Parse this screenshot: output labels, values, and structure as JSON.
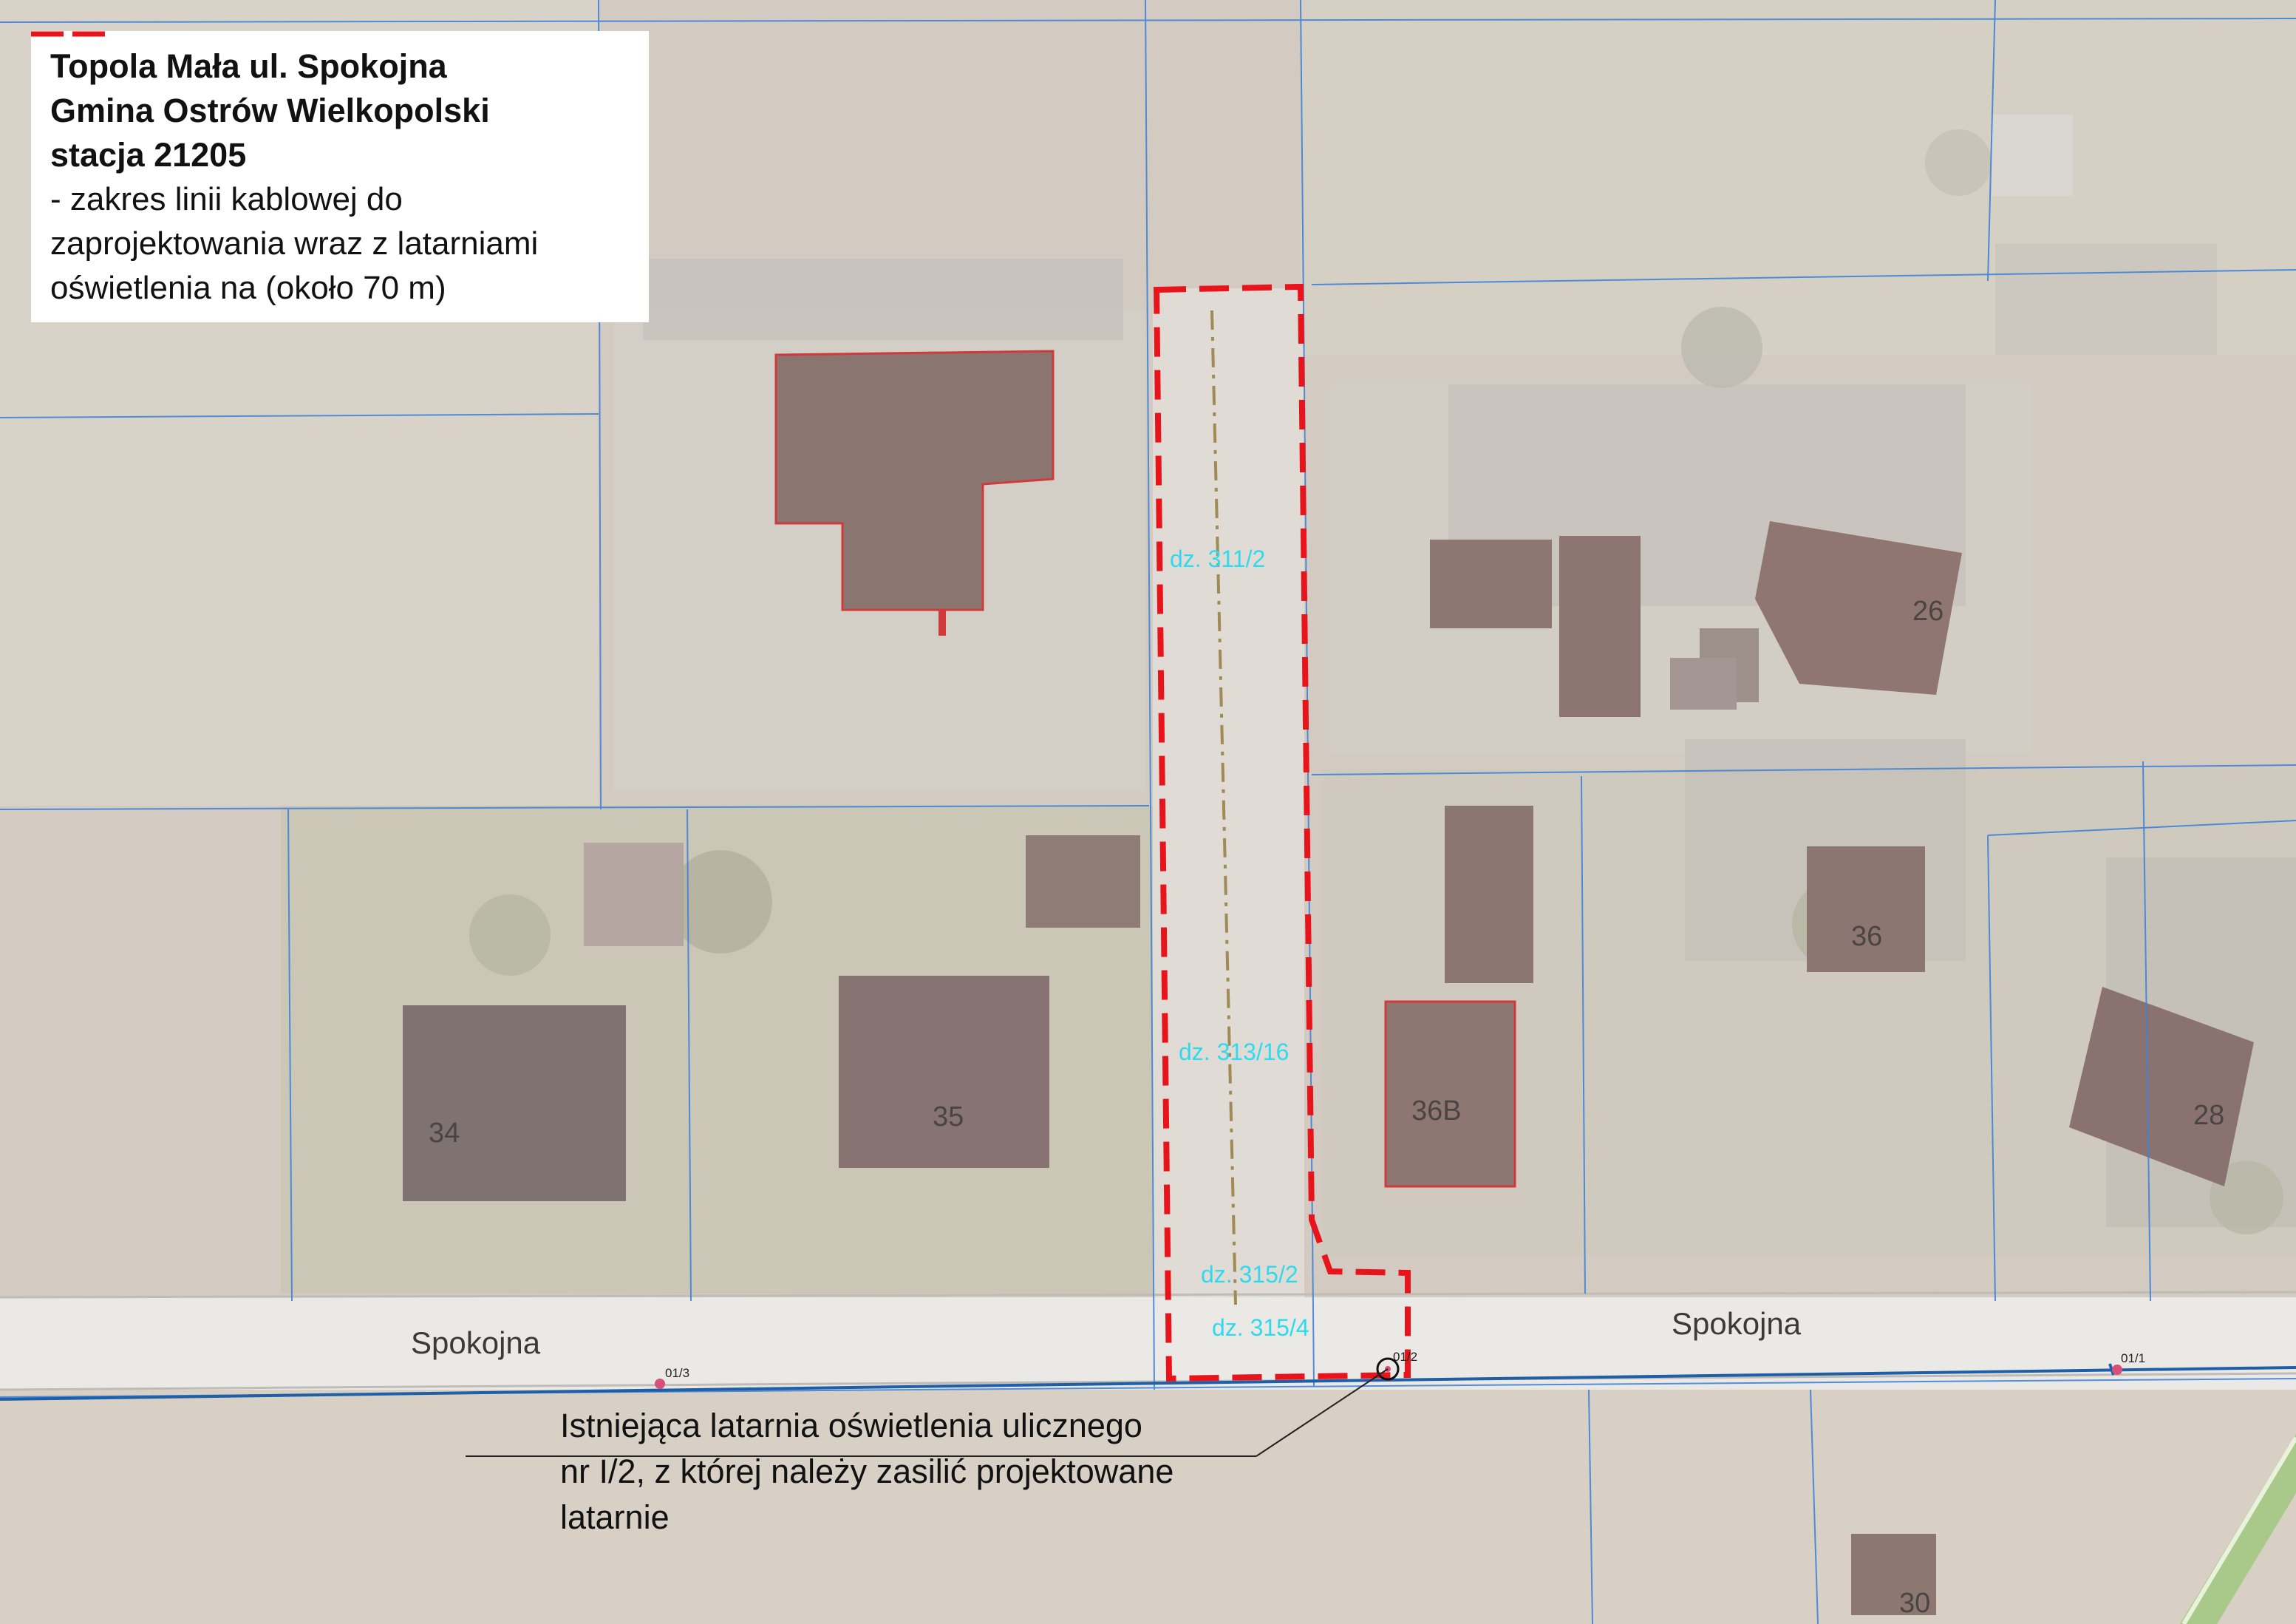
{
  "legend": {
    "title_lines": [
      "Topola Mała ul. Spokojna",
      "Gmina Ostrów Wielkopolski",
      "stacja 21205"
    ],
    "desc_line1": "- zakres linii kablowej do",
    "desc_line2": "zaprojektowania wraz z latarniami",
    "desc_line3": "oświetlenia na (około 70 m)",
    "dash_color": "#e8141c"
  },
  "parcels": [
    "dz. 311/2",
    "dz. 313/16",
    "dz. 315/2",
    "dz. 315/4"
  ],
  "house_numbers": [
    "26",
    "34",
    "35",
    "36B",
    "36",
    "28",
    "30"
  ],
  "streets": [
    "Spokojna",
    "Spokojna"
  ],
  "lamps": [
    "01/3",
    "01/2",
    "01/1"
  ],
  "callout": {
    "line1": "Istniejąca latarnia oświetlenia ulicznego",
    "line2": "nr I/2, z której należy zasilić projektowane",
    "line3": "latarnie"
  },
  "colors": {
    "boundary": "#e8141c",
    "parcel_label": "#2fd9ee",
    "cadastral_line": "#3f83d8",
    "cable_line": "#1f5fa8",
    "lamp_point": "#d8507a"
  }
}
